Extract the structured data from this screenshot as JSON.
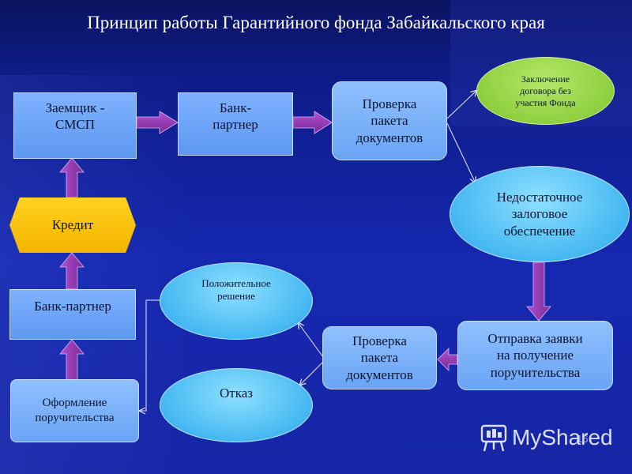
{
  "title": "Принцип работы Гарантийного фонда Забайкальского края",
  "nodes": {
    "borrower": "Заемщик -\nСМСП",
    "bank_partner_top": "Банк-\nпартнер",
    "check_top": "Проверка\nпакета\nдокументов",
    "no_fund": "Заключение\nдоговора без\nучастия Фонда",
    "insufficient": "Недостаточное\nзалоговое\nобеспечение",
    "application": "Отправка заявки\nна получение\nпоручительства",
    "check_bottom": "Проверка\nпакета\nдокументов",
    "positive": "Положительное\nрешение",
    "refusal": "Отказ",
    "formalization": "Оформление\nпоручительства",
    "bank_partner_bottom": "Банк-партнер",
    "credit": "Кредит"
  },
  "watermark": "MyShared",
  "page_number": "16",
  "colors": {
    "background": "#1528b0",
    "fat_arrow": "#8a3aa6",
    "thin_arrow": "#e6e6ff"
  }
}
